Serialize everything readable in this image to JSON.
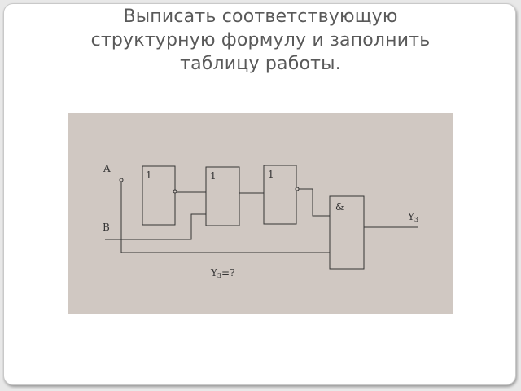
{
  "title": {
    "line1": "Выписать соответствующую",
    "line2": "структурную формулу и заполнить",
    "line3": "таблицу работы."
  },
  "diagram": {
    "input_a": "A",
    "input_b": "B",
    "gate1_label": "1",
    "gate2_label": "1",
    "gate3_label": "1",
    "gate4_label": "&",
    "output_main": "Y",
    "output_sub": "3",
    "question_main": "Y",
    "question_sub": "3",
    "question_suffix": "=?",
    "colors": {
      "background": "#d0c8c2",
      "line": "#333333"
    }
  }
}
